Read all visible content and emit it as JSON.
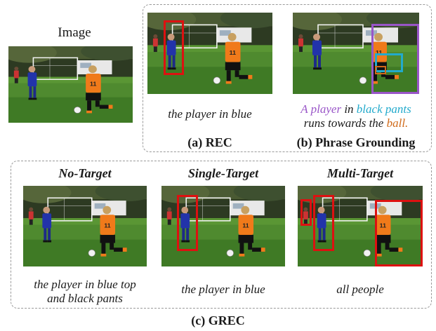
{
  "image_label": "Image",
  "rec": {
    "caption": "the player in blue",
    "label": "(a) REC"
  },
  "phrase_grounding": {
    "caption_line1_part1": "A player",
    "caption_line1_part2": " in ",
    "caption_line1_part3": "black pants",
    "caption_line2_part1": "runs towards the ",
    "caption_line2_part2": "ball.",
    "label": "(b) Phrase Grounding"
  },
  "grec": {
    "label": "(c) GREC",
    "no_target": {
      "title": "No-Target",
      "caption_line1": "the player in blue top",
      "caption_line2": "and black pants"
    },
    "single_target": {
      "title": "Single-Target",
      "caption": "the player in blue"
    },
    "multi_target": {
      "title": "Multi-Target",
      "caption": "all people"
    }
  },
  "colors": {
    "box_red": "#dd1111",
    "purple": "#9955c8",
    "cyan": "#22aacc",
    "orange": "#d06a1a",
    "frame_gray": "#9a9a9a"
  }
}
